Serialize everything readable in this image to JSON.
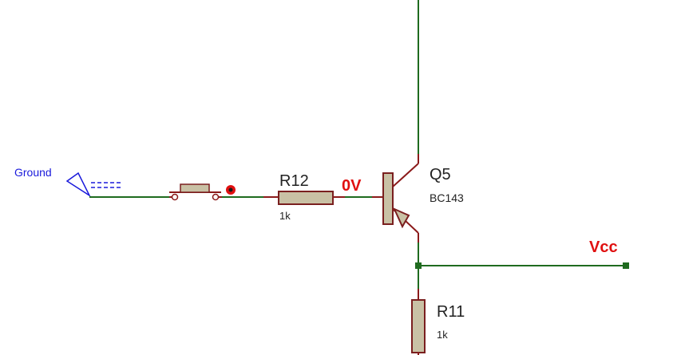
{
  "terminals": {
    "ground": {
      "label": "Ground",
      "color": "#1a1adb"
    },
    "vcc": {
      "label": "Vcc",
      "color": "#e01010"
    }
  },
  "probe": {
    "label": "0V",
    "color": "#e01010"
  },
  "components": {
    "r12": {
      "name": "R12",
      "value": "1k"
    },
    "r11": {
      "name": "R11",
      "value": "1k"
    },
    "q5": {
      "name": "Q5",
      "part": "BC143"
    },
    "switch": {
      "kind": "push-button"
    }
  },
  "colors": {
    "wire": "#1f6b1f",
    "pin": "#8b1a1a",
    "body_fill": "#c9c1a5",
    "body_stroke": "#7a1f1f",
    "junction": "#1f6b1f",
    "text": "#222222"
  }
}
